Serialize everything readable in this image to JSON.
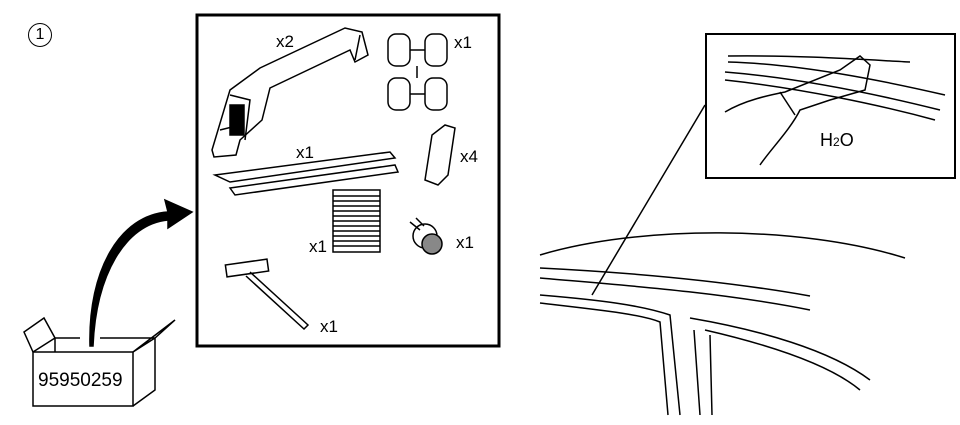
{
  "step_number": "1",
  "package": {
    "part_number": "95950259"
  },
  "kit_items": [
    {
      "name": "roof-rack-bar",
      "qty": "x2"
    },
    {
      "name": "clip-set",
      "qty": "x1"
    },
    {
      "name": "trim-strip",
      "qty": "x1"
    },
    {
      "name": "end-cap",
      "qty": "x4"
    },
    {
      "name": "instruction-sheet",
      "qty": "x1"
    },
    {
      "name": "key-set",
      "qty": "x1"
    },
    {
      "name": "t-handle-wrench",
      "qty": "x1"
    }
  ],
  "detail": {
    "label_main": "H",
    "label_sub": "2",
    "label_end": "O"
  }
}
